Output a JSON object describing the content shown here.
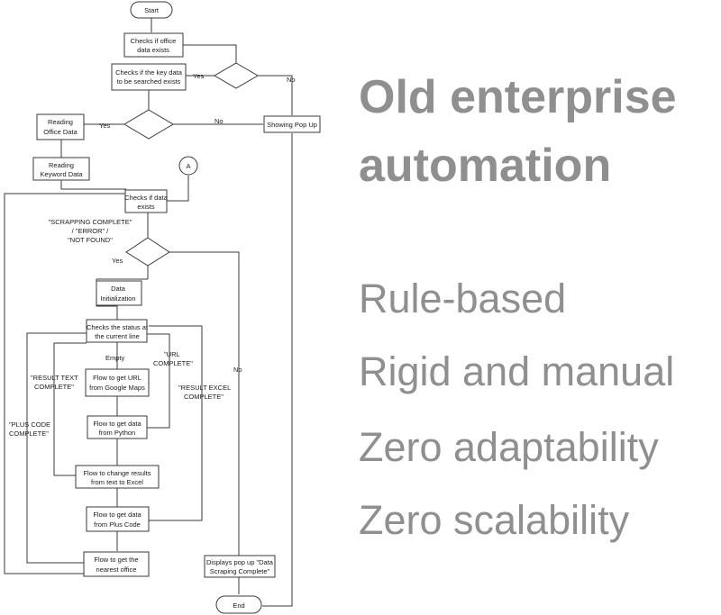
{
  "headline": [
    "Old enterprise",
    "automation"
  ],
  "bullets": [
    "Rule-based",
    "Rigid and manual",
    "Zero adaptability",
    "Zero scalability"
  ],
  "flow": {
    "start": "Start",
    "check_office": [
      "Checks if office",
      "data exists"
    ],
    "check_key": [
      "Checks if the key data",
      "to be searched exists"
    ],
    "yes": "Yes",
    "no": "No",
    "showing_popup": "Showing Pop Up",
    "reading_office": [
      "Reading",
      "Office Data"
    ],
    "reading_keyword": [
      "Reading",
      "Keyword Data"
    ],
    "connector_a": "A",
    "check_data": [
      "Checks if data",
      "exists"
    ],
    "loop_label": [
      "\"SCRAPPING COMPLETE\"",
      "/ \"ERROR\" /",
      "\"NOT FOUND\""
    ],
    "data_init": [
      "Data",
      "Initialization"
    ],
    "check_status": [
      "Checks the status at",
      "the current line"
    ],
    "empty": "Empty",
    "url_complete": [
      "\"URL",
      "COMPLETE\""
    ],
    "result_text": [
      "\"RESULT TEXT",
      "COMPLETE\""
    ],
    "result_excel": [
      "\"RESULT EXCEL",
      "COMPLETE\""
    ],
    "plus_code": [
      "\"PLUS CODE",
      "COMPLETE\""
    ],
    "flow_url": [
      "Flow to get URL",
      "from Google Maps"
    ],
    "flow_python": [
      "Flow to get data",
      "from Python"
    ],
    "flow_excel": [
      "Flow to change results",
      "from text to Excel"
    ],
    "flow_plus": [
      "Flow to get data",
      "from Plus Code"
    ],
    "flow_office": [
      "Flow to get the",
      "nearest office"
    ],
    "displays_popup": [
      "Displays pop up \"Data",
      "Scraping Complete\""
    ],
    "end": "End"
  }
}
